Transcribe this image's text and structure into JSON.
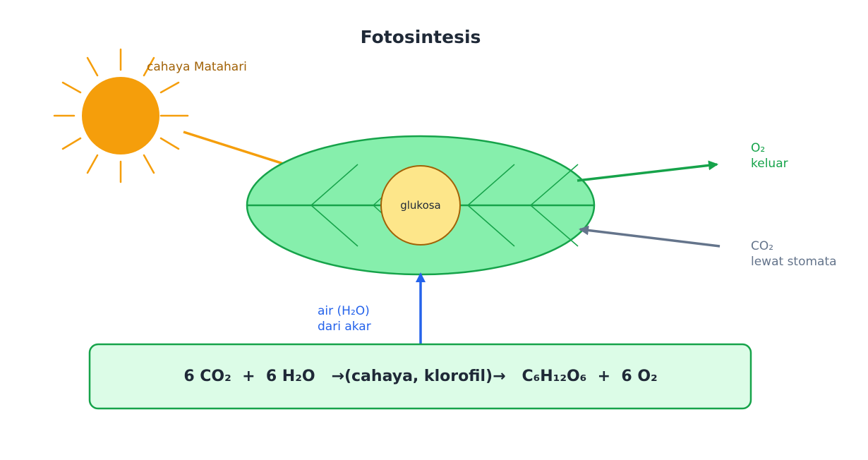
{
  "title": "Fotosintesis",
  "labels": {
    "sun": "cahaya Matahari",
    "center": "glukosa",
    "o2_line1": "O₂",
    "o2_line2": "keluar",
    "co2_line1": "CO₂",
    "co2_line2": "lewat stomata",
    "water_line1": "air (H₂O)",
    "water_line2": "dari akar"
  },
  "equation": "6 CO₂  +  6 H₂O   →(cahaya, klorofil)→   C₆H₁₂O₆  +  6 O₂",
  "colors": {
    "sun": "#f59e0b",
    "sun_label": "#a16207",
    "leaf_fill": "#86efac",
    "leaf_stroke": "#16a34a",
    "glucose_fill": "#fde68a",
    "glucose_stroke": "#a16207",
    "o2": "#16a34a",
    "co2": "#64748b",
    "water": "#2563eb",
    "equation_fill": "#dcfce7",
    "equation_stroke": "#16a34a"
  }
}
